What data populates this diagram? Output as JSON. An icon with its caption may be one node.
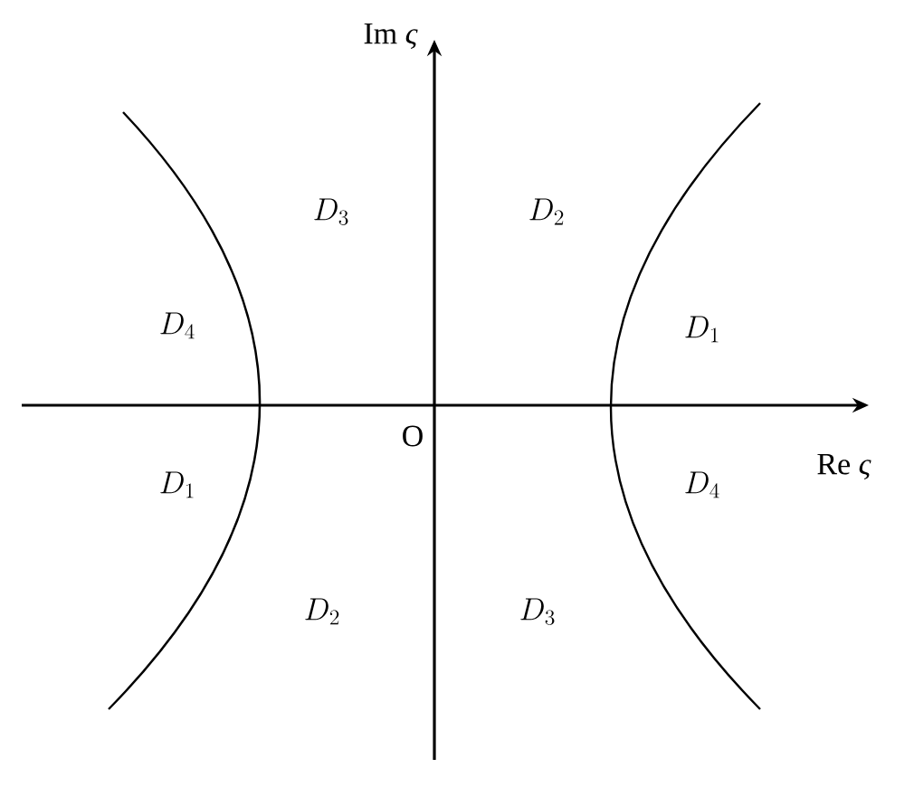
{
  "diagram": {
    "labels": [
      "Im *ς*",
      "D_3",
      "D_2",
      "D_4",
      "D_1",
      "O",
      "Re *ς*",
      "D_1",
      "D_4",
      "D_2",
      "D_3"
    ]
  }
}
